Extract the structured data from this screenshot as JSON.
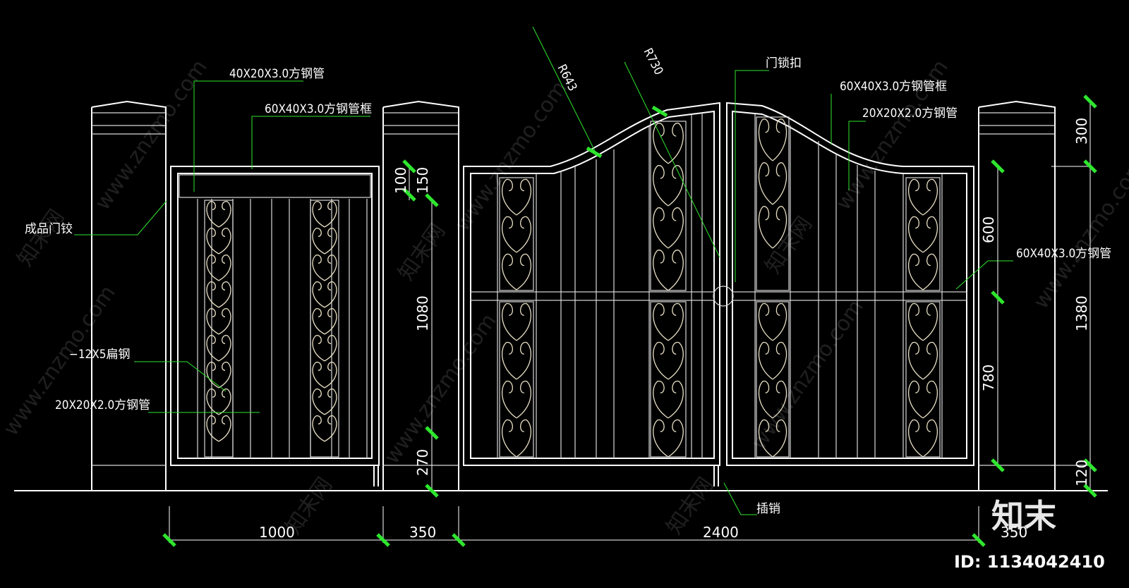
{
  "labels": {
    "tube_40x20": "40X20X3.0方钢管",
    "frame_60x40_left": "60X40X3.0方钢管框",
    "hinge": "成品门铰",
    "flat_steel": "−12X5扁钢",
    "tube_20x20_left": "20X20X2.0方钢管",
    "radius_643": "R643",
    "radius_730": "R730",
    "lock": "门锁扣",
    "frame_60x40_right": "60X40X3.0方钢管框",
    "tube_20x20_right": "20X20X2.0方钢管",
    "tube_60x40": "60X40X3.0方钢管",
    "bolt": "插销"
  },
  "dimensions": {
    "d100": "100",
    "d150": "150",
    "d1080": "1080",
    "d270": "270",
    "d300": "300",
    "d600": "600",
    "d780": "780",
    "d1380": "1380",
    "d120": "120",
    "w1000": "1000",
    "w350a": "350",
    "w2400": "2400",
    "w350b": "350"
  },
  "watermark": {
    "site": "www.znzmo.com",
    "cn": "知末网"
  },
  "brand": {
    "logo": "知末",
    "id_text": "ID: 1134042410"
  }
}
